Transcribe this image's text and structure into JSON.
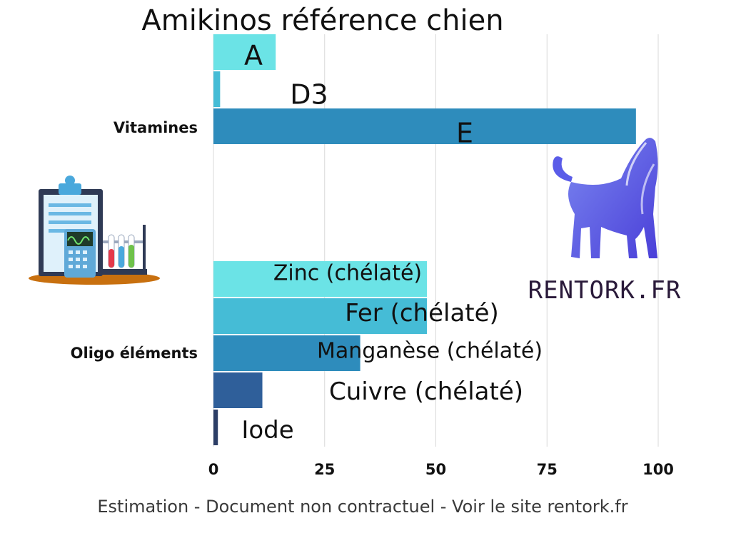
{
  "chart_data": {
    "type": "bar",
    "orientation": "horizontal",
    "title": "Amikinos référence chien",
    "xlabel": "",
    "ylabel": "",
    "xlim": [
      0,
      100
    ],
    "xticks": [
      0,
      25,
      50,
      75,
      100
    ],
    "grid": true,
    "groups": [
      {
        "name": "Vitamines",
        "bars": [
          {
            "label": "A",
            "value": 14,
            "color": "#6be3e6"
          },
          {
            "label": "D3",
            "value": 1.5,
            "color": "#45bcd6"
          },
          {
            "label": "E",
            "value": 95,
            "color": "#2e8cbc"
          }
        ]
      },
      {
        "name": "Oligo éléments",
        "bars": [
          {
            "label": "Zinc (chélaté)",
            "value": 48,
            "color": "#6be3e6"
          },
          {
            "label": "Fer (chélaté)",
            "value": 48,
            "color": "#45bcd6"
          },
          {
            "label": "Manganèse (chélaté)",
            "value": 33,
            "color": "#2e8cbc"
          },
          {
            "label": "Cuivre (chélaté)",
            "value": 11,
            "color": "#2f5f9a"
          },
          {
            "label": "Iode",
            "value": 1,
            "color": "#2c3e66"
          }
        ]
      }
    ]
  },
  "footnote": "Estimation - Document non contractuel - Voir le site rentork.fr",
  "brand": {
    "text": "RENTORK.FR",
    "icon": "dog-logo-icon",
    "color": "#5a5ce8"
  },
  "illustration": {
    "icon": "lab-clipboard-icon"
  }
}
